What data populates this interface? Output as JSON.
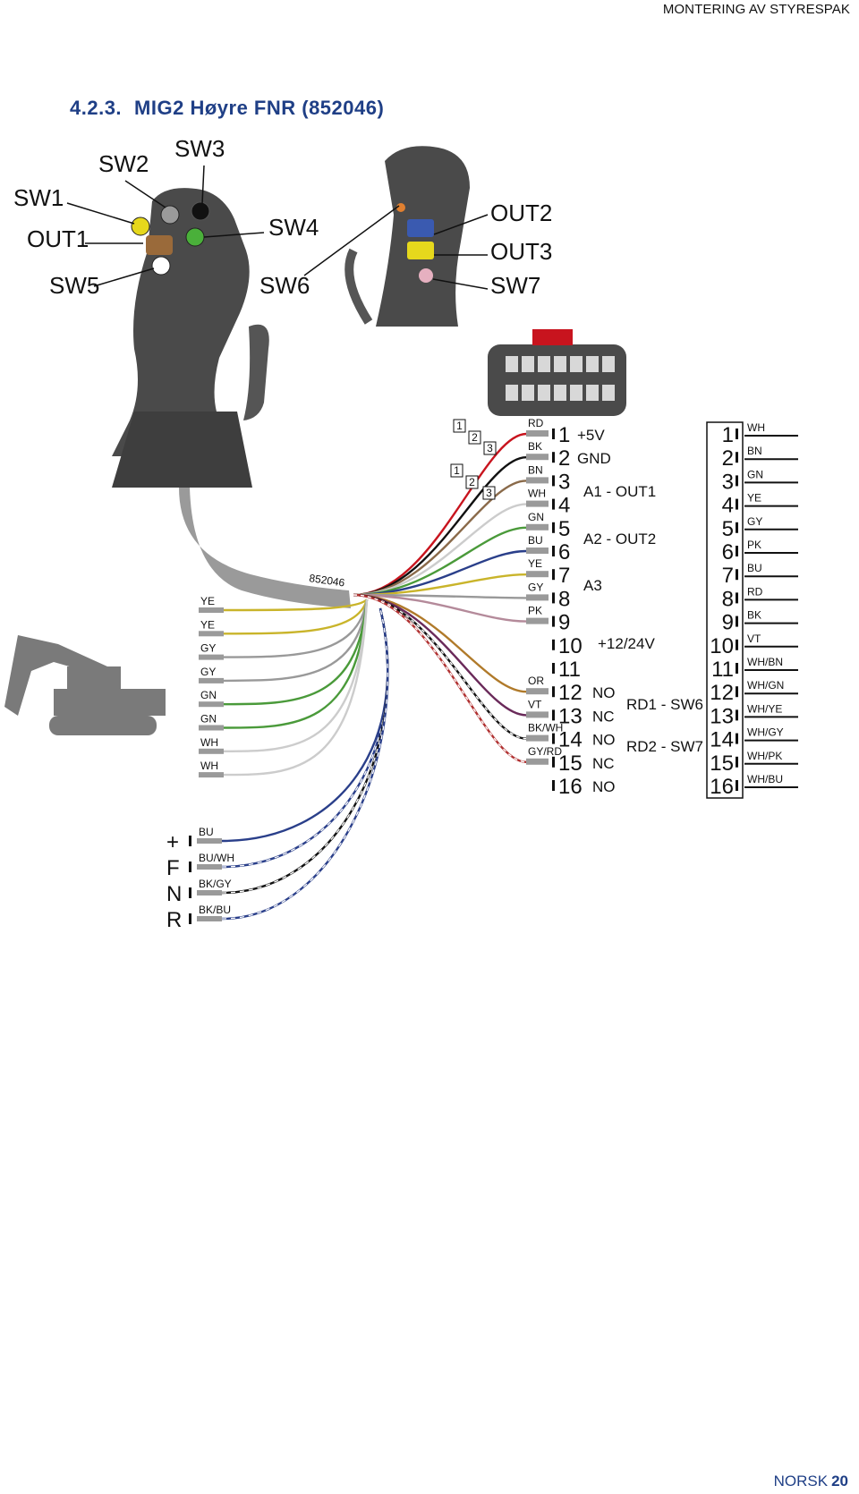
{
  "header": {
    "right_title": "MONTERING AV STYRESPAK"
  },
  "section": {
    "number": "4.2.3.",
    "title": "MIG2 Høyre FNR (852046)"
  },
  "footer": {
    "language": "NORSK",
    "page": "20"
  },
  "joystick": {
    "callouts": [
      "SW1",
      "SW2",
      "SW3",
      "SW4",
      "OUT1",
      "SW5",
      "SW6",
      "OUT2",
      "OUT3",
      "SW7"
    ],
    "cable_part_number": "852046"
  },
  "connector_pins": [
    {
      "pin": "1",
      "wire": "RD",
      "function": "+5V",
      "color": "#c8141e"
    },
    {
      "pin": "2",
      "wire": "BK",
      "function": "GND",
      "color": "#111111"
    },
    {
      "pin": "3",
      "wire": "BN",
      "function": "",
      "color": "#8a6a4a"
    },
    {
      "pin": "4",
      "wire": "WH",
      "function": "",
      "color": "#cccccc"
    },
    {
      "pin": "5",
      "wire": "GN",
      "function": "",
      "color": "#4a9a3a"
    },
    {
      "pin": "6",
      "wire": "BU",
      "function": "",
      "color": "#2a3f8a"
    },
    {
      "pin": "7",
      "wire": "YE",
      "function": "",
      "color": "#c9b42a"
    },
    {
      "pin": "8",
      "wire": "GY",
      "function": "",
      "color": "#999999"
    },
    {
      "pin": "9",
      "wire": "PK",
      "function": "",
      "color": "#b48a9a"
    },
    {
      "pin": "10",
      "wire": "",
      "function": "",
      "color": ""
    },
    {
      "pin": "11",
      "wire": "",
      "function": "",
      "color": ""
    },
    {
      "pin": "12",
      "wire": "OR",
      "function": "NO",
      "color": "#b07a2a"
    },
    {
      "pin": "13",
      "wire": "VT",
      "function": "NC",
      "color": "#6a2a5a"
    },
    {
      "pin": "14",
      "wire": "BK/WH",
      "function": "NO",
      "color": "#111111"
    },
    {
      "pin": "15",
      "wire": "GY/RD",
      "function": "NC",
      "color": "#b03030"
    },
    {
      "pin": "16",
      "wire": "",
      "function": "NO",
      "color": ""
    }
  ],
  "groups": [
    {
      "label": "A1 - OUT1"
    },
    {
      "label": "A2 - OUT2"
    },
    {
      "label": "A3"
    },
    {
      "label": "+12/24V"
    },
    {
      "label": "RD1 - SW6"
    },
    {
      "label": "RD2 - SW7"
    }
  ],
  "markers": [
    "1",
    "2",
    "3",
    "1",
    "2",
    "3"
  ],
  "right_connector": [
    {
      "pin": "1",
      "wire": "WH"
    },
    {
      "pin": "2",
      "wire": "BN"
    },
    {
      "pin": "3",
      "wire": "GN"
    },
    {
      "pin": "4",
      "wire": "YE"
    },
    {
      "pin": "5",
      "wire": "GY"
    },
    {
      "pin": "6",
      "wire": "PK"
    },
    {
      "pin": "7",
      "wire": "BU"
    },
    {
      "pin": "8",
      "wire": "RD"
    },
    {
      "pin": "9",
      "wire": "BK"
    },
    {
      "pin": "10",
      "wire": "VT"
    },
    {
      "pin": "11",
      "wire": "WH/BN"
    },
    {
      "pin": "12",
      "wire": "WH/GN"
    },
    {
      "pin": "13",
      "wire": "WH/YE"
    },
    {
      "pin": "14",
      "wire": "WH/GY"
    },
    {
      "pin": "15",
      "wire": "WH/PK"
    },
    {
      "pin": "16",
      "wire": "WH/BU"
    }
  ],
  "left_wires": [
    {
      "wire": "YE",
      "color": "#c9b42a"
    },
    {
      "wire": "YE",
      "color": "#c9b42a"
    },
    {
      "wire": "GY",
      "color": "#999999"
    },
    {
      "wire": "GY",
      "color": "#999999"
    },
    {
      "wire": "GN",
      "color": "#4a9a3a"
    },
    {
      "wire": "GN",
      "color": "#4a9a3a"
    },
    {
      "wire": "WH",
      "color": "#cccccc"
    },
    {
      "wire": "WH",
      "color": "#cccccc"
    }
  ],
  "fnr_wires": [
    {
      "sign": "+",
      "wire": "BU",
      "color": "#2a3f8a"
    },
    {
      "sign": "F",
      "wire": "BU/WH",
      "color": "#2a3f8a"
    },
    {
      "sign": "N",
      "wire": "BK/GY",
      "color": "#111111"
    },
    {
      "sign": "R",
      "wire": "BK/BU",
      "color": "#2a3f8a"
    }
  ],
  "colors": {
    "title_blue": "#1f3f86",
    "joystick_gray": "#4a4a4a",
    "excavator_gray": "#7a7a7a"
  }
}
